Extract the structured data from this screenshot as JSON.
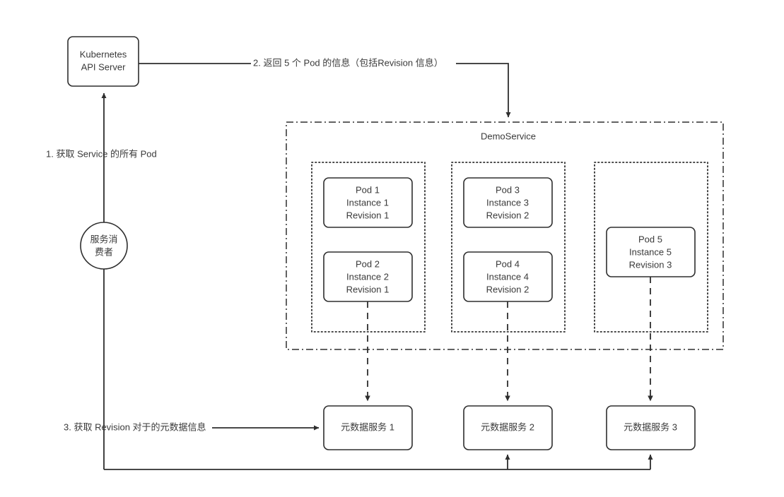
{
  "diagram": {
    "background": "#ffffff",
    "stroke_color": "#2e2e2e",
    "text_color": "#3a3a3a",
    "nodes": {
      "api_server": {
        "line1": "Kubernetes",
        "line2": "API Server"
      },
      "consumer": {
        "line1": "服务消",
        "line2": "费者"
      },
      "service_group_title": "DemoService"
    },
    "pods": [
      {
        "name": "Pod 1",
        "instance": "Instance 1",
        "revision": "Revision 1"
      },
      {
        "name": "Pod 2",
        "instance": "Instance 2",
        "revision": "Revision 1"
      },
      {
        "name": "Pod 3",
        "instance": "Instance 3",
        "revision": "Revision 2"
      },
      {
        "name": "Pod 4",
        "instance": "Instance 4",
        "revision": "Revision 2"
      },
      {
        "name": "Pod 5",
        "instance": "Instance 5",
        "revision": "Revision 3"
      }
    ],
    "metadata_services": [
      {
        "label": "元数据服务 1"
      },
      {
        "label": "元数据服务 2"
      },
      {
        "label": "元数据服务 3"
      }
    ],
    "edges": [
      {
        "id": "step1",
        "label": "1. 获取 Service 的所有 Pod"
      },
      {
        "id": "step2",
        "label": "2. 返回 5 个 Pod 的信息（包括Revision 信息）"
      },
      {
        "id": "step3",
        "label": "3. 获取 Revision 对于的元数据信息"
      }
    ]
  }
}
